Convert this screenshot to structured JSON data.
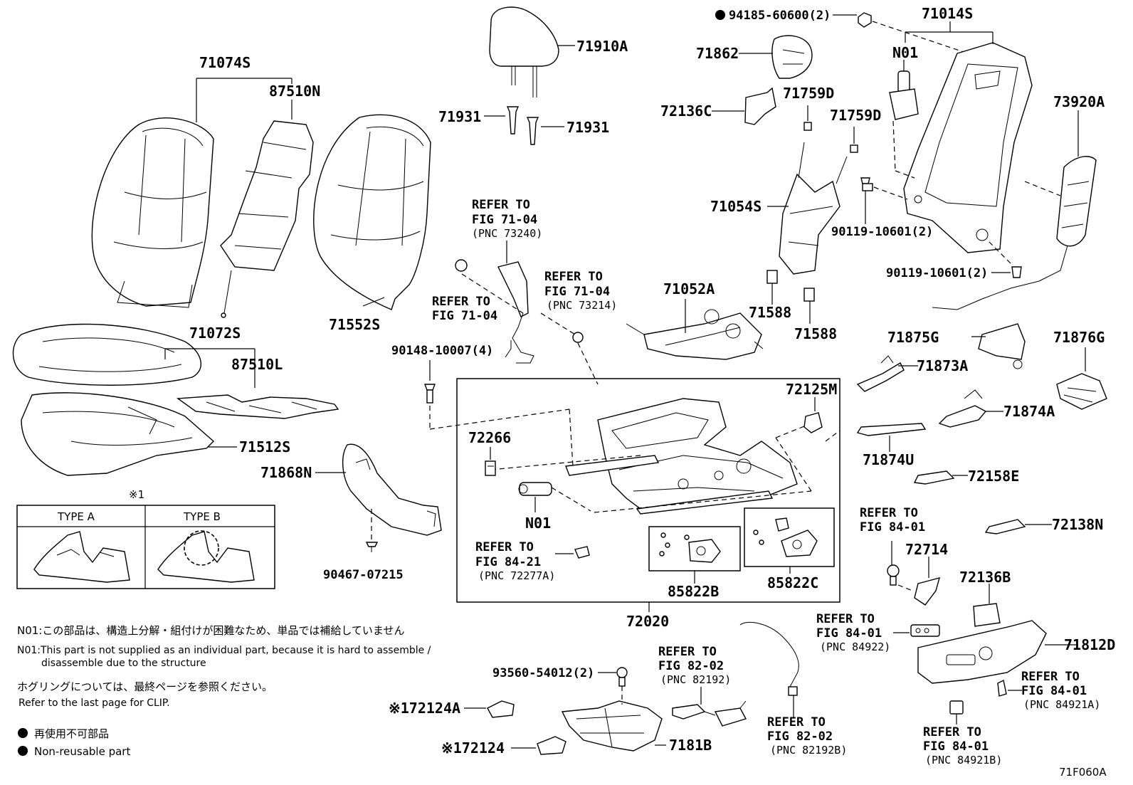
{
  "labels": {
    "l71074S": "71074S",
    "l87510N": "87510N",
    "l71552S": "71552S",
    "l71072S": "71072S",
    "l87510L": "87510L",
    "l71512S": "71512S",
    "l71868N": "71868N",
    "l90467": "90467-07215",
    "l71910A": "71910A",
    "l71931a": "71931",
    "l71931b": "71931",
    "l90148": "90148-10007(4)",
    "l72266": "72266",
    "lN01b": "N01",
    "l72020": "72020",
    "l85822B": "85822B",
    "l85822C": "85822C",
    "l72125M": "72125M",
    "l71052A": "71052A",
    "l71588a": "71588",
    "l71588b": "71588",
    "l71054S": "71054S",
    "l71759Da": "71759D",
    "l71759Db": "71759D",
    "l72136C": "72136C",
    "l71862": "71862",
    "l94185": "94185-60600(2)",
    "l71014S": "71014S",
    "lN01a": "N01",
    "l73920A": "73920A",
    "l90119a": "90119-10601(2)",
    "l90119b": "90119-10601(2)",
    "l71875G": "71875G",
    "l71876G": "71876G",
    "l71873A": "71873A",
    "l71874A": "71874A",
    "l71874U": "71874U",
    "l72158E": "72158E",
    "l72138N": "72138N",
    "l72714": "72714",
    "l72136B": "72136B",
    "l71812D": "71812D",
    "l93560": "93560-54012(2)",
    "l72124A": "※172124A",
    "l72124": "※172124",
    "l7181B": "7181B",
    "lfigcode": "71F060A"
  },
  "refs": {
    "refer_to": "REFER TO",
    "r1_fig": "FIG 71-04",
    "r1_pnc": "(PNC 73240)",
    "r2_fig": "FIG 71-04",
    "r3_fig": "FIG 71-04",
    "r3_pnc": "(PNC 73214)",
    "r4_fig": "FIG 84-21",
    "r4_pnc": "(PNC 72277A)",
    "r5_fig": "FIG 84-01",
    "r6_fig": "FIG 84-01",
    "r6_pnc": "(PNC 84922)",
    "r7_fig": "FIG 84-01",
    "r7_pnc": "(PNC 84921A)",
    "r8_fig": "FIG 84-01",
    "r8_pnc": "(PNC 84921B)",
    "r9_fig": "FIG 82-02",
    "r9_pnc": "(PNC 82192)",
    "r10_fig": "FIG 82-02",
    "r10_pnc": "(PNC 82192B)"
  },
  "inset": {
    "mark": "※1",
    "type_a": "TYPE A",
    "type_b": "TYPE B"
  },
  "notes": {
    "n01_jp": "N01:この部品は、構造上分解・組付けが困難なため、単品では補給していません",
    "n01_en_1": "N01:This part is not supplied as an individual part, because it is hard to assemble /",
    "n01_en_2": "disassemble due to the structure",
    "clip_jp": "ホグリングについては、最終ページを参照ください。",
    "clip_en": "Refer to the last page for CLIP.",
    "legend_jp": "再使用不可部品",
    "legend_en": "Non-reusable part"
  }
}
